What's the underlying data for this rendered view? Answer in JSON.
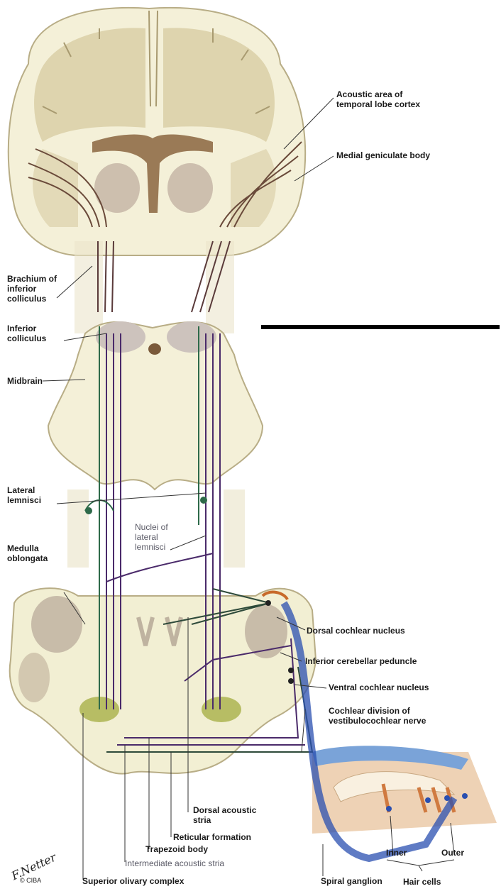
{
  "labels": {
    "acoustic_area": "Acoustic area of\ntemporal lobe cortex",
    "medial_geniculate": "Medial geniculate body",
    "brachium": "Brachium of\ninferior\ncolliculus",
    "inferior_colliculus": "Inferior\ncolliculus",
    "midbrain": "Midbrain",
    "lateral_lemnisci": "Lateral\nlemnisci",
    "nuclei_lateral_lemnisci": "Nuclei of\nlateral\nlemnisci",
    "medulla": "Medulla\noblongata",
    "dorsal_cochlear": "Dorsal cochlear nucleus",
    "inferior_cerebellar": "Inferior cerebellar peduncle",
    "ventral_cochlear": "Ventral cochlear nucleus",
    "cochlear_division": "Cochlear division of\nvestibulocochlear nerve",
    "dorsal_acoustic": "Dorsal acoustic\nstria",
    "reticular": "Reticular formation",
    "trapezoid": "Trapezoid body",
    "intermediate_acoustic": "Intermediate acoustic stria",
    "superior_olivary": "Superior olivary complex",
    "spiral_ganglion": "Spiral ganglion",
    "inner": "Inner",
    "outer": "Outer",
    "hair_cells": "Hair cells"
  },
  "signature": "F.Netter",
  "copyright": "© CIBA",
  "colors": {
    "tissue": "#f4f0d8",
    "cortex": "#d9cfaa",
    "gray_matter": "#cdbfae",
    "pathway_purple": "#4a2a6a",
    "pathway_green": "#2e6a4a",
    "nerve_blue": "#2a4fb0",
    "nucleus_olive": "#a8b048"
  }
}
